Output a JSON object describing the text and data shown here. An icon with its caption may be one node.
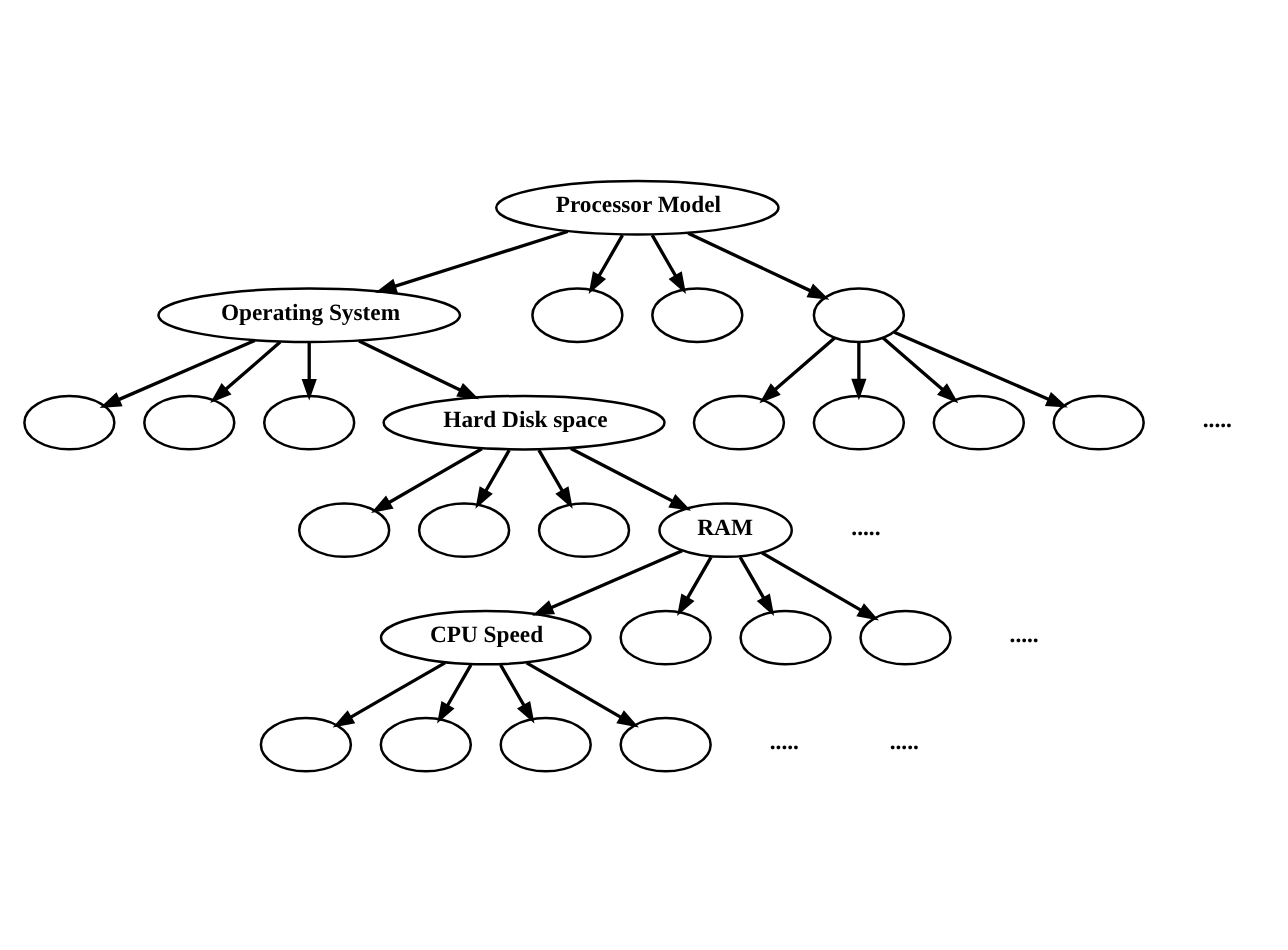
{
  "diagram": {
    "nodes": [
      {
        "text": [
          "Processor Model"
        ]
      },
      {
        "text": [
          "Operating System"
        ]
      },
      {
        "text": [],
        "shape": "ellipse"
      },
      {
        "text": [],
        "shape": "ellipse"
      },
      {
        "text": [],
        "shape": "ellipse"
      },
      {
        "text": [],
        "shape": "ellipse"
      },
      {
        "text": [],
        "shape": "ellipse"
      },
      {
        "text": [],
        "shape": "ellipse"
      },
      {
        "text": [
          "Hard Disk space"
        ]
      },
      {
        "text": [],
        "shape": "ellipse"
      },
      {
        "text": [],
        "shape": "ellipse"
      },
      {
        "text": [],
        "shape": "ellipse"
      },
      {
        "text": [],
        "shape": "ellipse"
      },
      {
        "text": [],
        "shape": "ellipse"
      },
      {
        "text": [],
        "shape": "ellipse"
      },
      {
        "text": [],
        "shape": "ellipse"
      },
      {
        "text": [
          "RAM"
        ]
      },
      {
        "text": [
          "CPU Speed"
        ]
      },
      {
        "text": [],
        "shape": "ellipse"
      },
      {
        "text": [],
        "shape": "ellipse"
      },
      {
        "text": [],
        "shape": "ellipse"
      },
      {
        "text": [],
        "shape": "ellipse"
      },
      {
        "text": [],
        "shape": "ellipse"
      },
      {
        "text": [],
        "shape": "ellipse"
      },
      {
        "text": [],
        "shape": "ellipse"
      }
    ],
    "edges": [
      {
        "from": 0,
        "to": 1,
        "arrow": "to"
      },
      {
        "from": 0,
        "to": 2,
        "arrow": "to"
      },
      {
        "from": 0,
        "to": 3,
        "arrow": "to"
      },
      {
        "from": 0,
        "to": 4,
        "arrow": "to"
      },
      {
        "from": 1,
        "to": 5,
        "arrow": "to"
      },
      {
        "from": 1,
        "to": 6,
        "arrow": "to"
      },
      {
        "from": 1,
        "to": 7,
        "arrow": "to"
      },
      {
        "from": 1,
        "to": 8,
        "arrow": "to"
      },
      {
        "from": 4,
        "to": 9,
        "arrow": "to"
      },
      {
        "from": 4,
        "to": 10,
        "arrow": "to"
      },
      {
        "from": 4,
        "to": 11,
        "arrow": "to"
      },
      {
        "from": 4,
        "to": 12,
        "arrow": "to"
      },
      {
        "from": 8,
        "to": 13,
        "arrow": "to"
      },
      {
        "from": 8,
        "to": 14,
        "arrow": "to"
      },
      {
        "from": 8,
        "to": 15,
        "arrow": "to"
      },
      {
        "from": 8,
        "to": 16,
        "arrow": "to"
      },
      {
        "from": 16,
        "to": 17,
        "arrow": "to"
      },
      {
        "from": 16,
        "to": 18,
        "arrow": "to"
      },
      {
        "from": 16,
        "to": 19,
        "arrow": "to"
      },
      {
        "from": 16,
        "to": 20,
        "arrow": "to"
      },
      {
        "from": 17,
        "to": 21,
        "arrow": "to"
      },
      {
        "from": 17,
        "to": 22,
        "arrow": "to"
      },
      {
        "from": 17,
        "to": 23,
        "arrow": "to"
      },
      {
        "from": 17,
        "to": 24,
        "arrow": "to"
      }
    ],
    "labels": [
      ".....",
      ".....",
      ".....",
      ".....",
      "....."
    ]
  }
}
